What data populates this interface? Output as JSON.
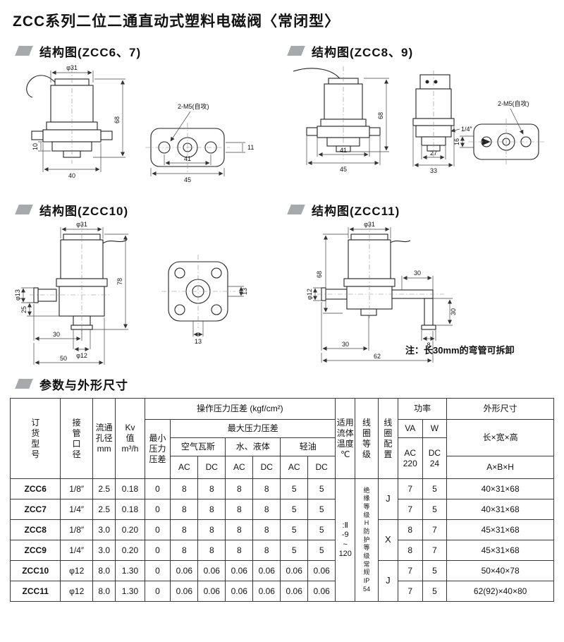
{
  "page": {
    "title": "ZCC系列二位二通直动式塑料电磁阀〈常闭型〉"
  },
  "sections": {
    "zcc67": "结构图(ZCC6、7)",
    "zcc89": "结构图(ZCC8、9)",
    "zcc10": "结构图(ZCC10)",
    "zcc11": "结构图(ZCC11)",
    "params": "参数与外形尺寸"
  },
  "diagrams": {
    "zcc67": {
      "phi31": "φ31",
      "h68": "68",
      "h10": "10",
      "w40": "40",
      "thread": "2-M5(自攻)",
      "h11": "11",
      "w41": "41",
      "w45": "45"
    },
    "zcc89": {
      "h68": "68",
      "w41": "41",
      "w45": "45",
      "w27": "27",
      "w33": "33",
      "port": "1/4″",
      "h16": "16",
      "thread": "2-M5(自攻)"
    },
    "zcc10": {
      "phi31": "φ31",
      "h78": "78",
      "phi13": "φ13",
      "h25": "25",
      "w30": "30",
      "phi12": "φ12",
      "w50": "50",
      "f13r": "13",
      "f13b": "13"
    },
    "zcc11": {
      "phi31": "φ31",
      "h68": "68",
      "phi12": "φ12",
      "w30": "30",
      "w62": "62",
      "e30a": "30",
      "e30b": "30",
      "e8": "8",
      "note": "注：长30mm的弯管可拆卸"
    }
  },
  "table": {
    "headers": {
      "order_model": "订\n货\n型\n号",
      "pipe_size": "接\n管\n口\n径",
      "orifice": "流通\n孔径\nmm",
      "kv": "Kv\n值\nm³/h",
      "op_pressure": "操作压力压差 (kgf/cm²)",
      "min_pressure": "最小\n压力\n压差",
      "max_pressure": "最大压力压差",
      "air_gas": "空气瓦斯",
      "water_liquid": "水、液体",
      "light_oil": "轻油",
      "ac": "AC",
      "dc": "DC",
      "fluid_temp": "适用\n流体\n温度\n℃",
      "coil_grade": "线\n圈\n等\n级",
      "coil_config": "线\n圈\n配\n置",
      "power": "功率",
      "va": "VA",
      "w": "W",
      "ac220": "AC\n220",
      "dc24": "DC\n24",
      "dimensions": "外形尺寸",
      "lwh": "长×宽×高",
      "abh": "A×B×H"
    },
    "merged": {
      "fluid_temp_value": ":Ⅱ\n-9\n~\n120",
      "coil_grade_value": "绝\n缘\n等\n级\nH\n防\n护\n等\n级\n常\n规\nIP\n54",
      "coil_config_67": "J",
      "coil_config_89": "X",
      "coil_config_1011": "J"
    },
    "rows": [
      {
        "model": "ZCC6",
        "pipe": "1/8″",
        "orifice": "2.5",
        "kv": "0.18",
        "min": "0",
        "air_ac": "8",
        "air_dc": "8",
        "water_ac": "8",
        "water_dc": "8",
        "oil_ac": "5",
        "oil_dc": "5",
        "va": "7",
        "w": "5",
        "dim": "40×31×68"
      },
      {
        "model": "ZCC7",
        "pipe": "1/4″",
        "orifice": "2.5",
        "kv": "0.18",
        "min": "0",
        "air_ac": "8",
        "air_dc": "8",
        "water_ac": "8",
        "water_dc": "8",
        "oil_ac": "5",
        "oil_dc": "5",
        "va": "7",
        "w": "5",
        "dim": "40×31×68"
      },
      {
        "model": "ZCC8",
        "pipe": "1/8″",
        "orifice": "3.0",
        "kv": "0.20",
        "min": "0",
        "air_ac": "8",
        "air_dc": "8",
        "water_ac": "8",
        "water_dc": "8",
        "oil_ac": "5",
        "oil_dc": "5",
        "va": "8",
        "w": "7",
        "dim": "45×31×68"
      },
      {
        "model": "ZCC9",
        "pipe": "1/4″",
        "orifice": "3.0",
        "kv": "0.20",
        "min": "0",
        "air_ac": "8",
        "air_dc": "8",
        "water_ac": "8",
        "water_dc": "8",
        "oil_ac": "5",
        "oil_dc": "5",
        "va": "8",
        "w": "7",
        "dim": "45×31×68"
      },
      {
        "model": "ZCC10",
        "pipe": "φ12",
        "orifice": "8.0",
        "kv": "1.30",
        "min": "0",
        "air_ac": "0.06",
        "air_dc": "0.06",
        "water_ac": "0.06",
        "water_dc": "0.06",
        "oil_ac": "0.06",
        "oil_dc": "0.06",
        "va": "7",
        "w": "5",
        "dim": "50×40×78"
      },
      {
        "model": "ZCC11",
        "pipe": "φ12",
        "orifice": "8.0",
        "kv": "1.30",
        "min": "0",
        "air_ac": "0.06",
        "air_dc": "0.06",
        "water_ac": "0.06",
        "water_dc": "0.06",
        "oil_ac": "0.06",
        "oil_dc": "0.06",
        "va": "7",
        "w": "5",
        "dim": "62(92)×40×80"
      }
    ]
  }
}
